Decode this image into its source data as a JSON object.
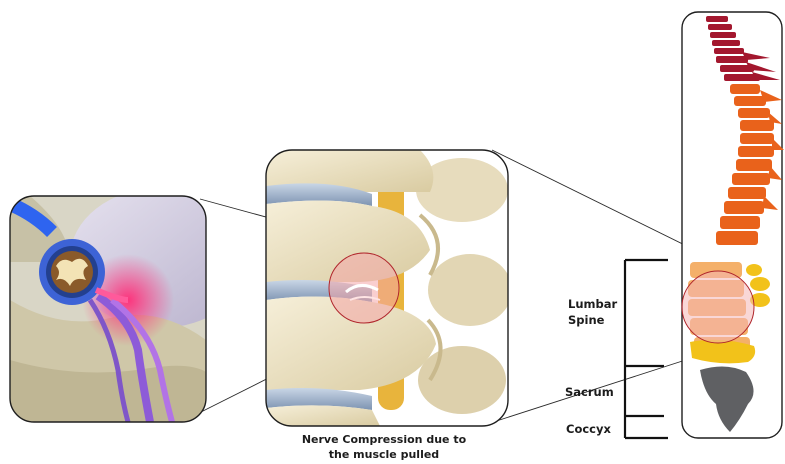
{
  "labels": {
    "lumbar_line1": "Lumbar",
    "lumbar_line2": "Spine",
    "sacrum": "Sacrum",
    "coccyx": "Coccyx"
  },
  "caption": {
    "line1": "Nerve Compression due to",
    "line2": "the muscle pulled"
  },
  "colors": {
    "cervical": "#a3172e",
    "thoracic": "#e9621b",
    "lumbar": "#f4b06a",
    "sacrum": "#f2c21a",
    "coccyx": "#5f6063",
    "bone": "#ece2c4",
    "disc": "#8fa6c2",
    "highlight": "#f4b7b4",
    "nerve_pink": "#ff3f7a",
    "nerve_blue": "#3a6df0"
  }
}
